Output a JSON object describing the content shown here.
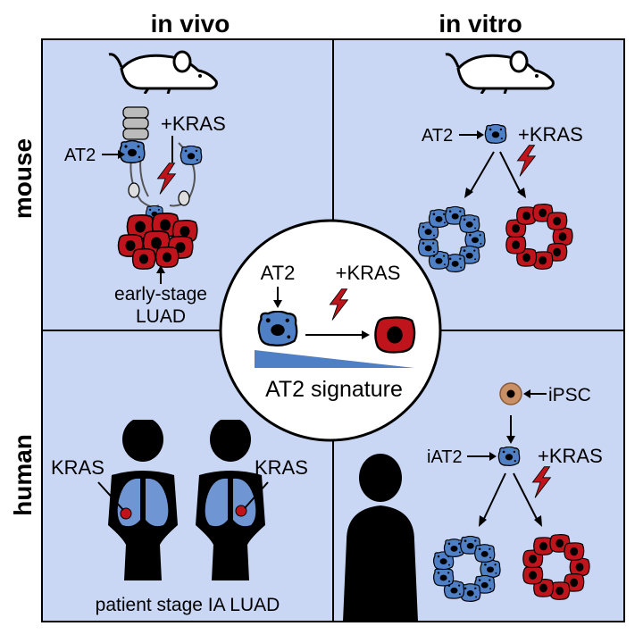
{
  "headers": {
    "col_left": "in vivo",
    "col_right": "in vitro",
    "row_top": "mouse",
    "row_bottom": "human"
  },
  "mouse_in_vivo": {
    "at2_label": "AT2",
    "kras_label": "+KRAS",
    "caption_line1": "early-stage",
    "caption_line2": "LUAD"
  },
  "mouse_in_vitro": {
    "at2_label": "AT2",
    "kras_label": "+KRAS"
  },
  "center": {
    "at2_label": "AT2",
    "kras_label": "+KRAS",
    "signature_label": "AT2 signature"
  },
  "human_in_vivo": {
    "kras_left": "KRAS",
    "kras_right": "KRAS",
    "caption": "patient stage IA LUAD"
  },
  "human_in_vitro": {
    "ipsc_label": "iPSC",
    "iat2_label": "iAT2",
    "kras_label": "+KRAS"
  },
  "colors": {
    "panel_bg": "#c9d7f5",
    "at2_blue": "#4f7fc4",
    "tumor_red": "#c0141c",
    "lung_blue": "#6f95d2",
    "ipsc_tan": "#c98f65"
  }
}
